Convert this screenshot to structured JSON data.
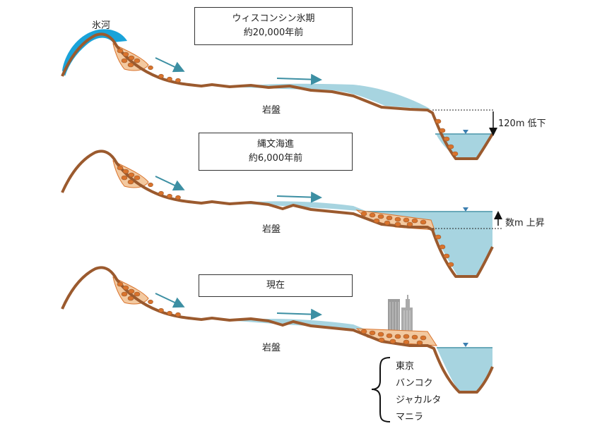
{
  "labels": {
    "glacier": "氷河",
    "bedrock": "岩盤",
    "drop": "120m 低下",
    "rise": "数m 上昇"
  },
  "periods": [
    {
      "name": "ウィスコンシン氷期",
      "age": "約20,000年前"
    },
    {
      "name": "縄文海進",
      "age": "約6,000年前"
    },
    {
      "name": "現在",
      "age": ""
    }
  ],
  "cities": [
    "東京",
    "バンコク",
    "ジャカルタ",
    "マニラ"
  ],
  "colors": {
    "land": "#9b5a2e",
    "sediment": "#d9732c",
    "sediment_fill": "#f3c9a0",
    "water": "#a7d4e0",
    "glacier": "#1aa3d9",
    "arrow": "#3c8fa3",
    "building": "#9c9c9c"
  }
}
